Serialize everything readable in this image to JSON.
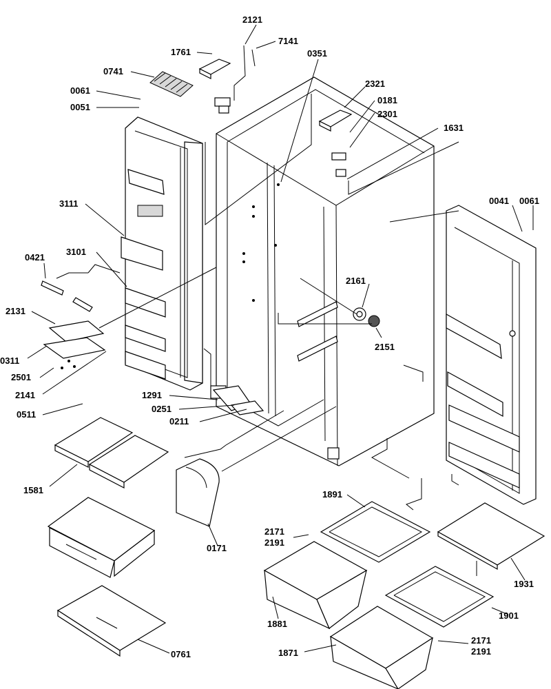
{
  "labels": {
    "l2121": "2121",
    "l7141": "7141",
    "l1761": "1761",
    "l0351": "0351",
    "l0741": "0741",
    "l2321": "2321",
    "l0061a": "0061",
    "l0181": "0181",
    "l0051": "0051",
    "l2301": "2301",
    "l1631": "1631",
    "l0041": "0041",
    "l0061b": "0061",
    "l3111": "3111",
    "l0421": "0421",
    "l3101": "3101",
    "l2161": "2161",
    "l2131": "2131",
    "l2151": "2151",
    "l0311": "0311",
    "l2501": "2501",
    "l2141": "2141",
    "l1291": "1291",
    "l0251": "0251",
    "l0211": "0211",
    "l0511": "0511",
    "l1581": "1581",
    "l0171": "0171",
    "l1891": "1891",
    "l2171a": "2171",
    "l2191a": "2191",
    "l1931": "1931",
    "l1881": "1881",
    "l1901": "1901",
    "l2171b": "2171",
    "l2191b": "2191",
    "l1871": "1871",
    "l0761": "0761"
  }
}
